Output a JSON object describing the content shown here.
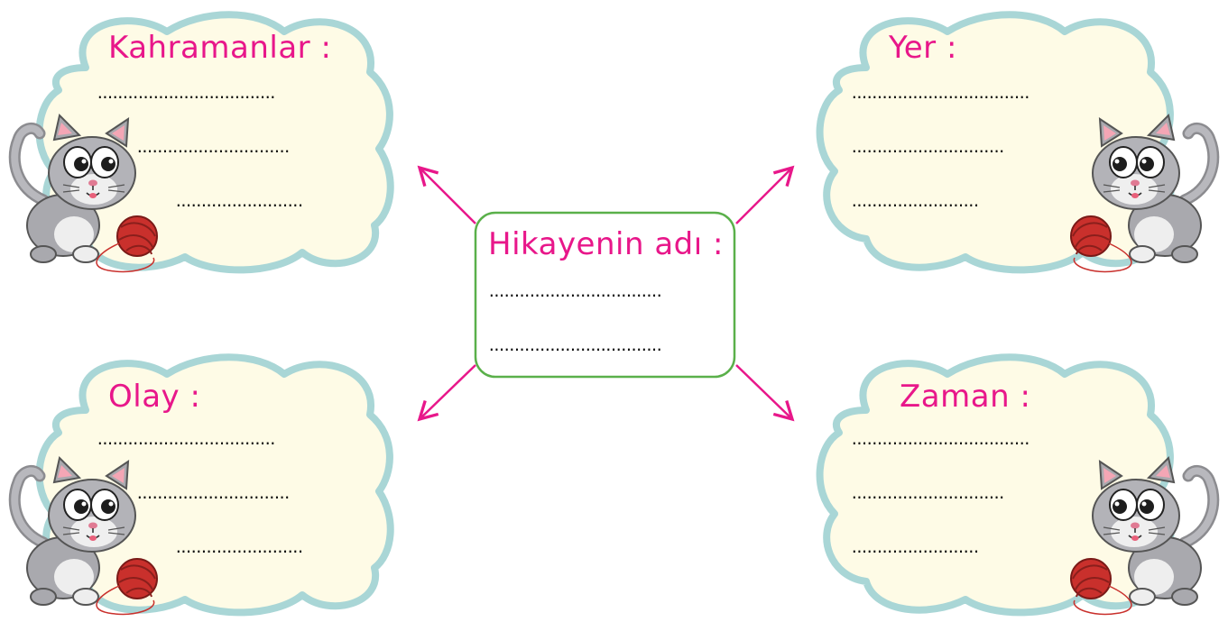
{
  "colors": {
    "accent": "#e8178a",
    "cloud_fill": "#fefbe6",
    "cloud_border": "#a9d6d6",
    "center_border": "#5ab04a",
    "dots": "#1a1a1a"
  },
  "cards": {
    "characters": {
      "label": "Kahramanlar :",
      "line1": "...................................",
      "line2": "..............................",
      "line3": "........................."
    },
    "place": {
      "label": "Yer :",
      "line1": "...................................",
      "line2": "..............................",
      "line3": "........................."
    },
    "event": {
      "label": "Olay :",
      "line1": "...................................",
      "line2": "..............................",
      "line3": "........................."
    },
    "time": {
      "label": "Zaman :",
      "line1": "...................................",
      "line2": "..............................",
      "line3": "........................."
    }
  },
  "center": {
    "label": "Hikayenin adı :",
    "line1": "..................................",
    "line2": ".................................."
  },
  "icons": [
    "cat-icon",
    "yarn-ball-icon",
    "arrow-icon"
  ]
}
